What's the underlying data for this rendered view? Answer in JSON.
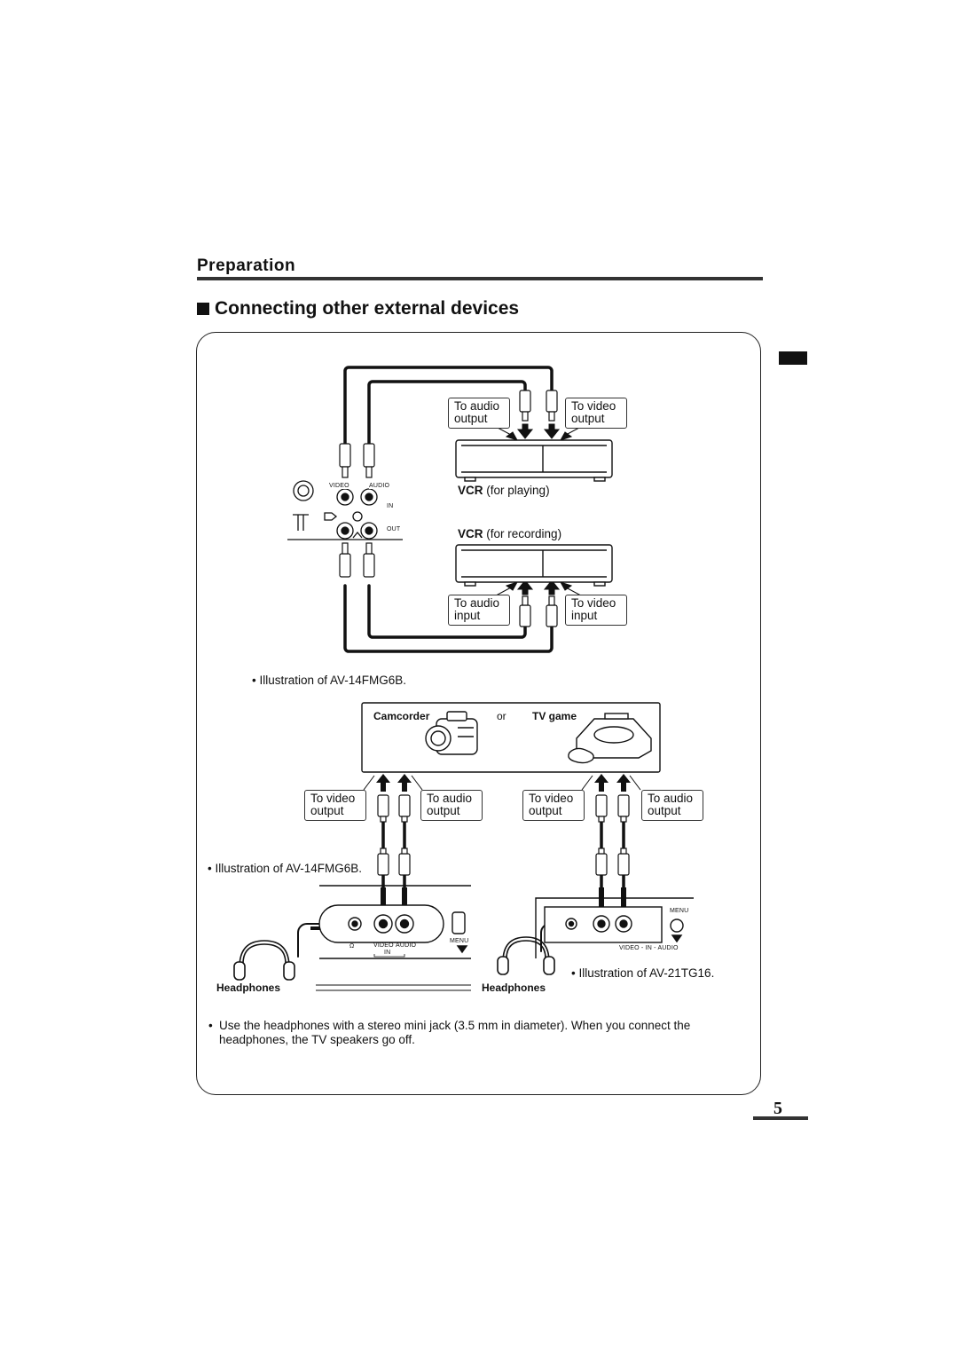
{
  "header": {
    "section": "Preparation",
    "heading": "Connecting other external devices"
  },
  "diagram_top": {
    "vcr_playing_label": {
      "brand": "VCR",
      "desc": "(for playing)"
    },
    "vcr_recording_label": {
      "brand": "VCR",
      "desc": "(for recording)"
    },
    "to_audio_output": [
      "To audio",
      "output"
    ],
    "to_video_output": [
      "To video",
      "output"
    ],
    "to_audio_input": [
      "To audio",
      "input"
    ],
    "to_video_input": [
      "To video",
      "input"
    ],
    "panel_labels": {
      "video": "VIDEO",
      "audio": "AUDIO",
      "in": "IN",
      "out": "OUT"
    },
    "caption": "Illustration of AV-14FMG6B."
  },
  "diagram_bottom": {
    "camcorder": "Camcorder",
    "or": "or",
    "tv_game": "TV game",
    "left_to_video_output": [
      "To video",
      "output"
    ],
    "left_to_audio_output": [
      "To audio",
      "output"
    ],
    "right_to_video_output": [
      "To video",
      "output"
    ],
    "right_to_audio_output": [
      "To audio",
      "output"
    ],
    "caption_left": "Illustration of AV-14FMG6B.",
    "caption_right": "Illustration of AV-21TG16.",
    "headphones_left": "Headphones",
    "headphones_right": "Headphones",
    "front_left_labels": {
      "video": "VIDEO",
      "audio": "AUDIO",
      "in": "IN",
      "menu": "MENU"
    },
    "front_right_labels": {
      "video_in_audio": "VIDEO - IN - AUDIO",
      "menu": "MENU"
    }
  },
  "note": "Use the headphones with a stereo mini jack (3.5 mm in diameter). When you connect  the headphones, the TV speakers go off.",
  "page_number": "5"
}
